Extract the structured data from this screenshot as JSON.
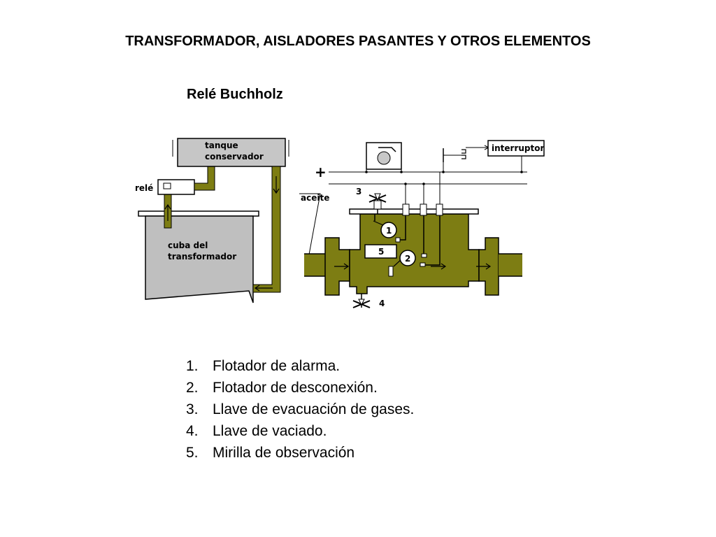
{
  "page": {
    "title": "TRANSFORMADOR, AISLADORES PASANTES Y OTROS ELEMENTOS",
    "subtitle": "Relé Buchholz"
  },
  "diagram": {
    "labels": {
      "tank_line1": "tanque",
      "tank_line2": "conservador",
      "relay": "relé",
      "tub_line1": "cuba del",
      "tub_line2": "transformador",
      "oil": "aceite",
      "switch": "interruptor",
      "plus": "+"
    },
    "markers": {
      "m1": "1",
      "m2": "2",
      "m3": "3",
      "m4": "4",
      "m5": "5"
    },
    "colors": {
      "oil": "#7d7d13",
      "tub": "#bfbfbf",
      "tank": "#c6c6c6",
      "line": "#000000"
    }
  },
  "legend": {
    "items": [
      {
        "num": "1.",
        "text": "Flotador de alarma."
      },
      {
        "num": "2.",
        "text": "Flotador de desconexión."
      },
      {
        "num": "3.",
        "text": "Llave de evacuación de gases."
      },
      {
        "num": "4.",
        "text": "Llave de vaciado."
      },
      {
        "num": "5.",
        "text": "Mirilla de observación"
      }
    ]
  }
}
